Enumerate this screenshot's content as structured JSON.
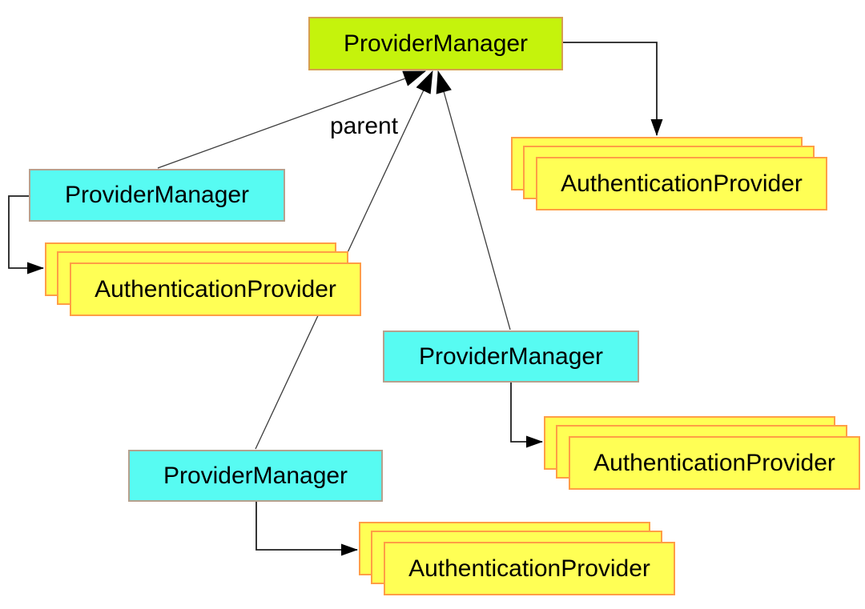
{
  "diagram": {
    "edge_label": "parent",
    "nodes": {
      "root_manager": {
        "label": "ProviderManager"
      },
      "left_manager": {
        "label": "ProviderManager"
      },
      "middle_manager": {
        "label": "ProviderManager"
      },
      "bottom_manager": {
        "label": "ProviderManager"
      },
      "stack_top_right": {
        "label": "AuthenticationProvider"
      },
      "stack_left": {
        "label": "AuthenticationProvider"
      },
      "stack_right": {
        "label": "AuthenticationProvider"
      },
      "stack_bottom": {
        "label": "AuthenticationProvider"
      }
    },
    "colors": {
      "background": "#ffffff",
      "root_fill": "#c5f30c",
      "root_border": "#d69e50",
      "manager_fill": "#57fbf2",
      "manager_border": "#b5a18e",
      "provider_fill": "#ffff55",
      "provider_border": "#ff9e45",
      "line": "#3c3c3c",
      "connector": "#1f1f1f",
      "arrow": "#000000",
      "text": "#000000"
    }
  }
}
